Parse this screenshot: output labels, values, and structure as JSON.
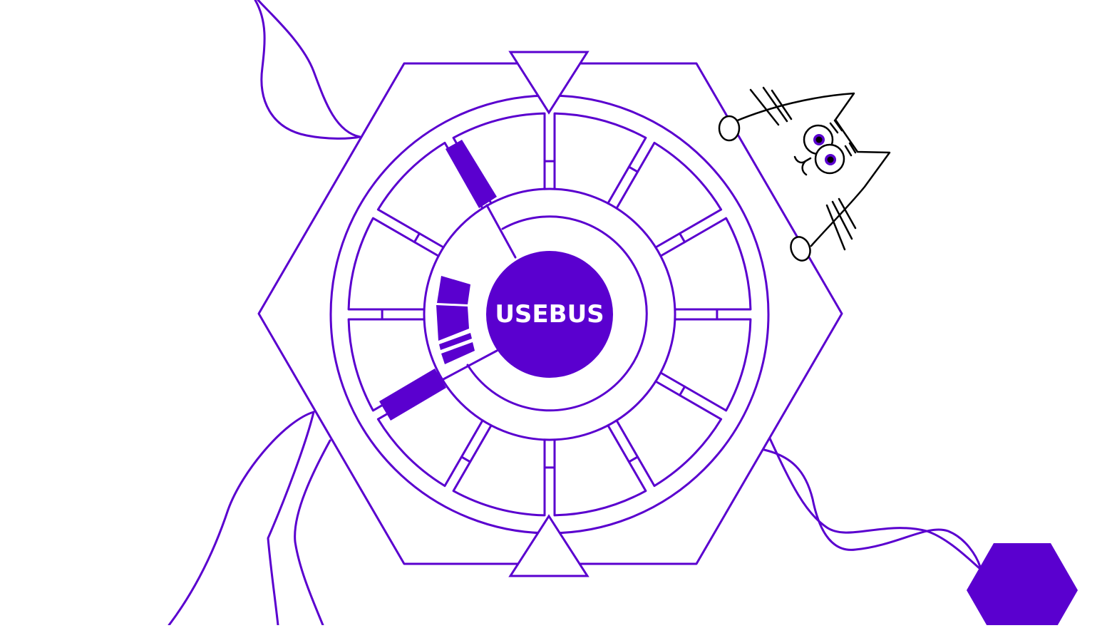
{
  "diagram": {
    "title": "USEBUS",
    "core_label": "USEBUS",
    "colors": {
      "accent": "#5a00cf",
      "background": "#ffffff",
      "cat_line": "#000000",
      "text_on_accent": "#ffffff"
    },
    "structure": {
      "outer_shape": "hexagon",
      "rings": [
        "outer-ring",
        "segment-ring",
        "middle-ring",
        "inner-partial-ring",
        "core"
      ],
      "segment_count": 12,
      "markers": [
        "top-triangle-pointing-down",
        "bottom-triangle-pointing-up"
      ],
      "filled_blocks": [
        "upper-left-filled-bar",
        "lower-left-filled-bar",
        "inner-left-filled-gauge"
      ]
    },
    "decorations": {
      "cat": "cartoon cat peeking over the hexagon's upper-right edge",
      "small_hexagon": "filled hexagon at bottom-right connected by wavy lines",
      "tendrils": [
        "top-left leaf loop",
        "bottom-left tendrils"
      ]
    }
  }
}
